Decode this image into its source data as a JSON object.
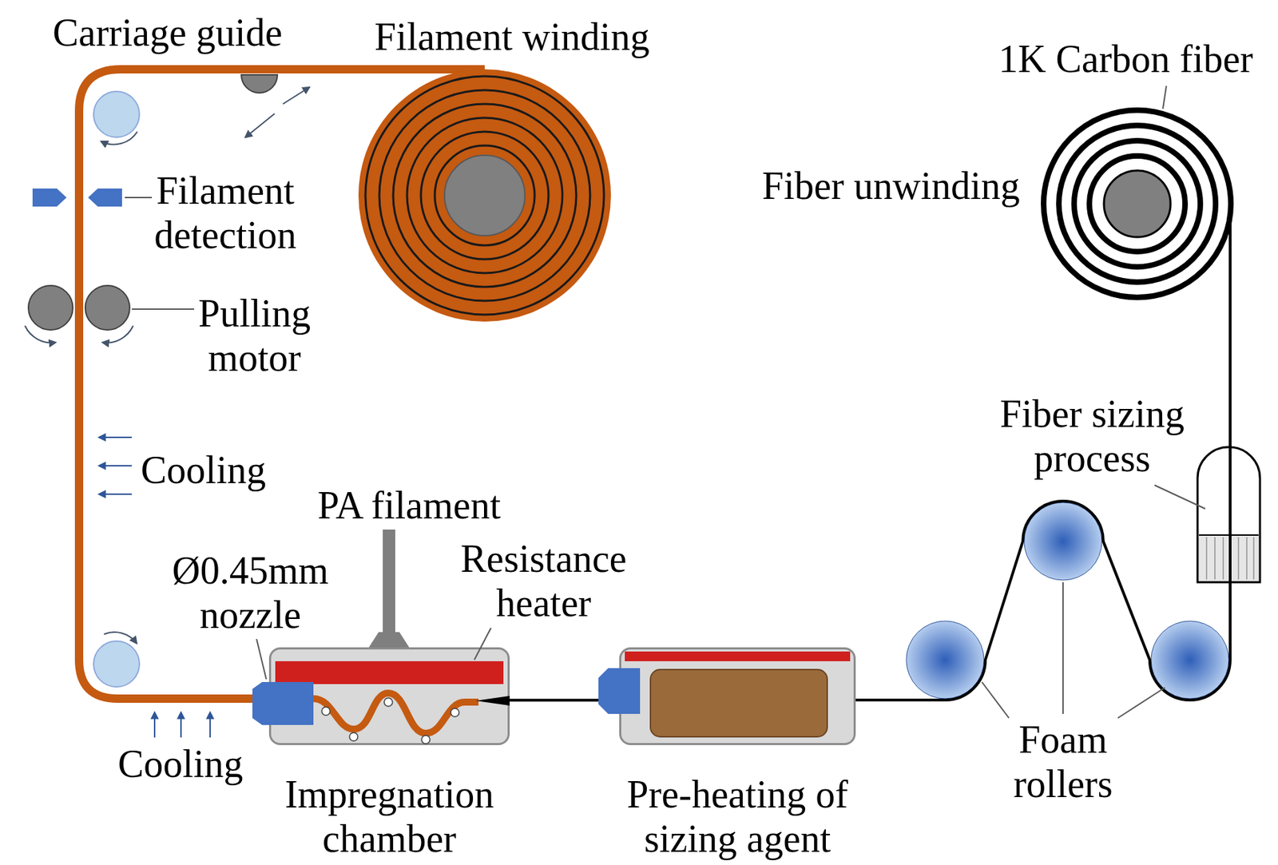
{
  "diagram": {
    "nodes": [
      {
        "text": [
          "Impregnation chamber"
        ]
      },
      {
        "text": [
          "Pre-heating of sizing agent"
        ]
      }
    ],
    "edges": [
      {
        "from": 1,
        "to": 0,
        "arrow": "none"
      }
    ],
    "labels": [
      "Carriage guide",
      "Filament winding",
      "1K Carbon fiber",
      "Fiber unwinding",
      "Filament detection",
      "Pulling motor",
      "Cooling",
      "Fiber sizing process",
      "PA filament",
      "Ø0.45mm nozzle",
      "Resistance heater",
      "Cooling",
      "Foam rollers"
    ]
  }
}
